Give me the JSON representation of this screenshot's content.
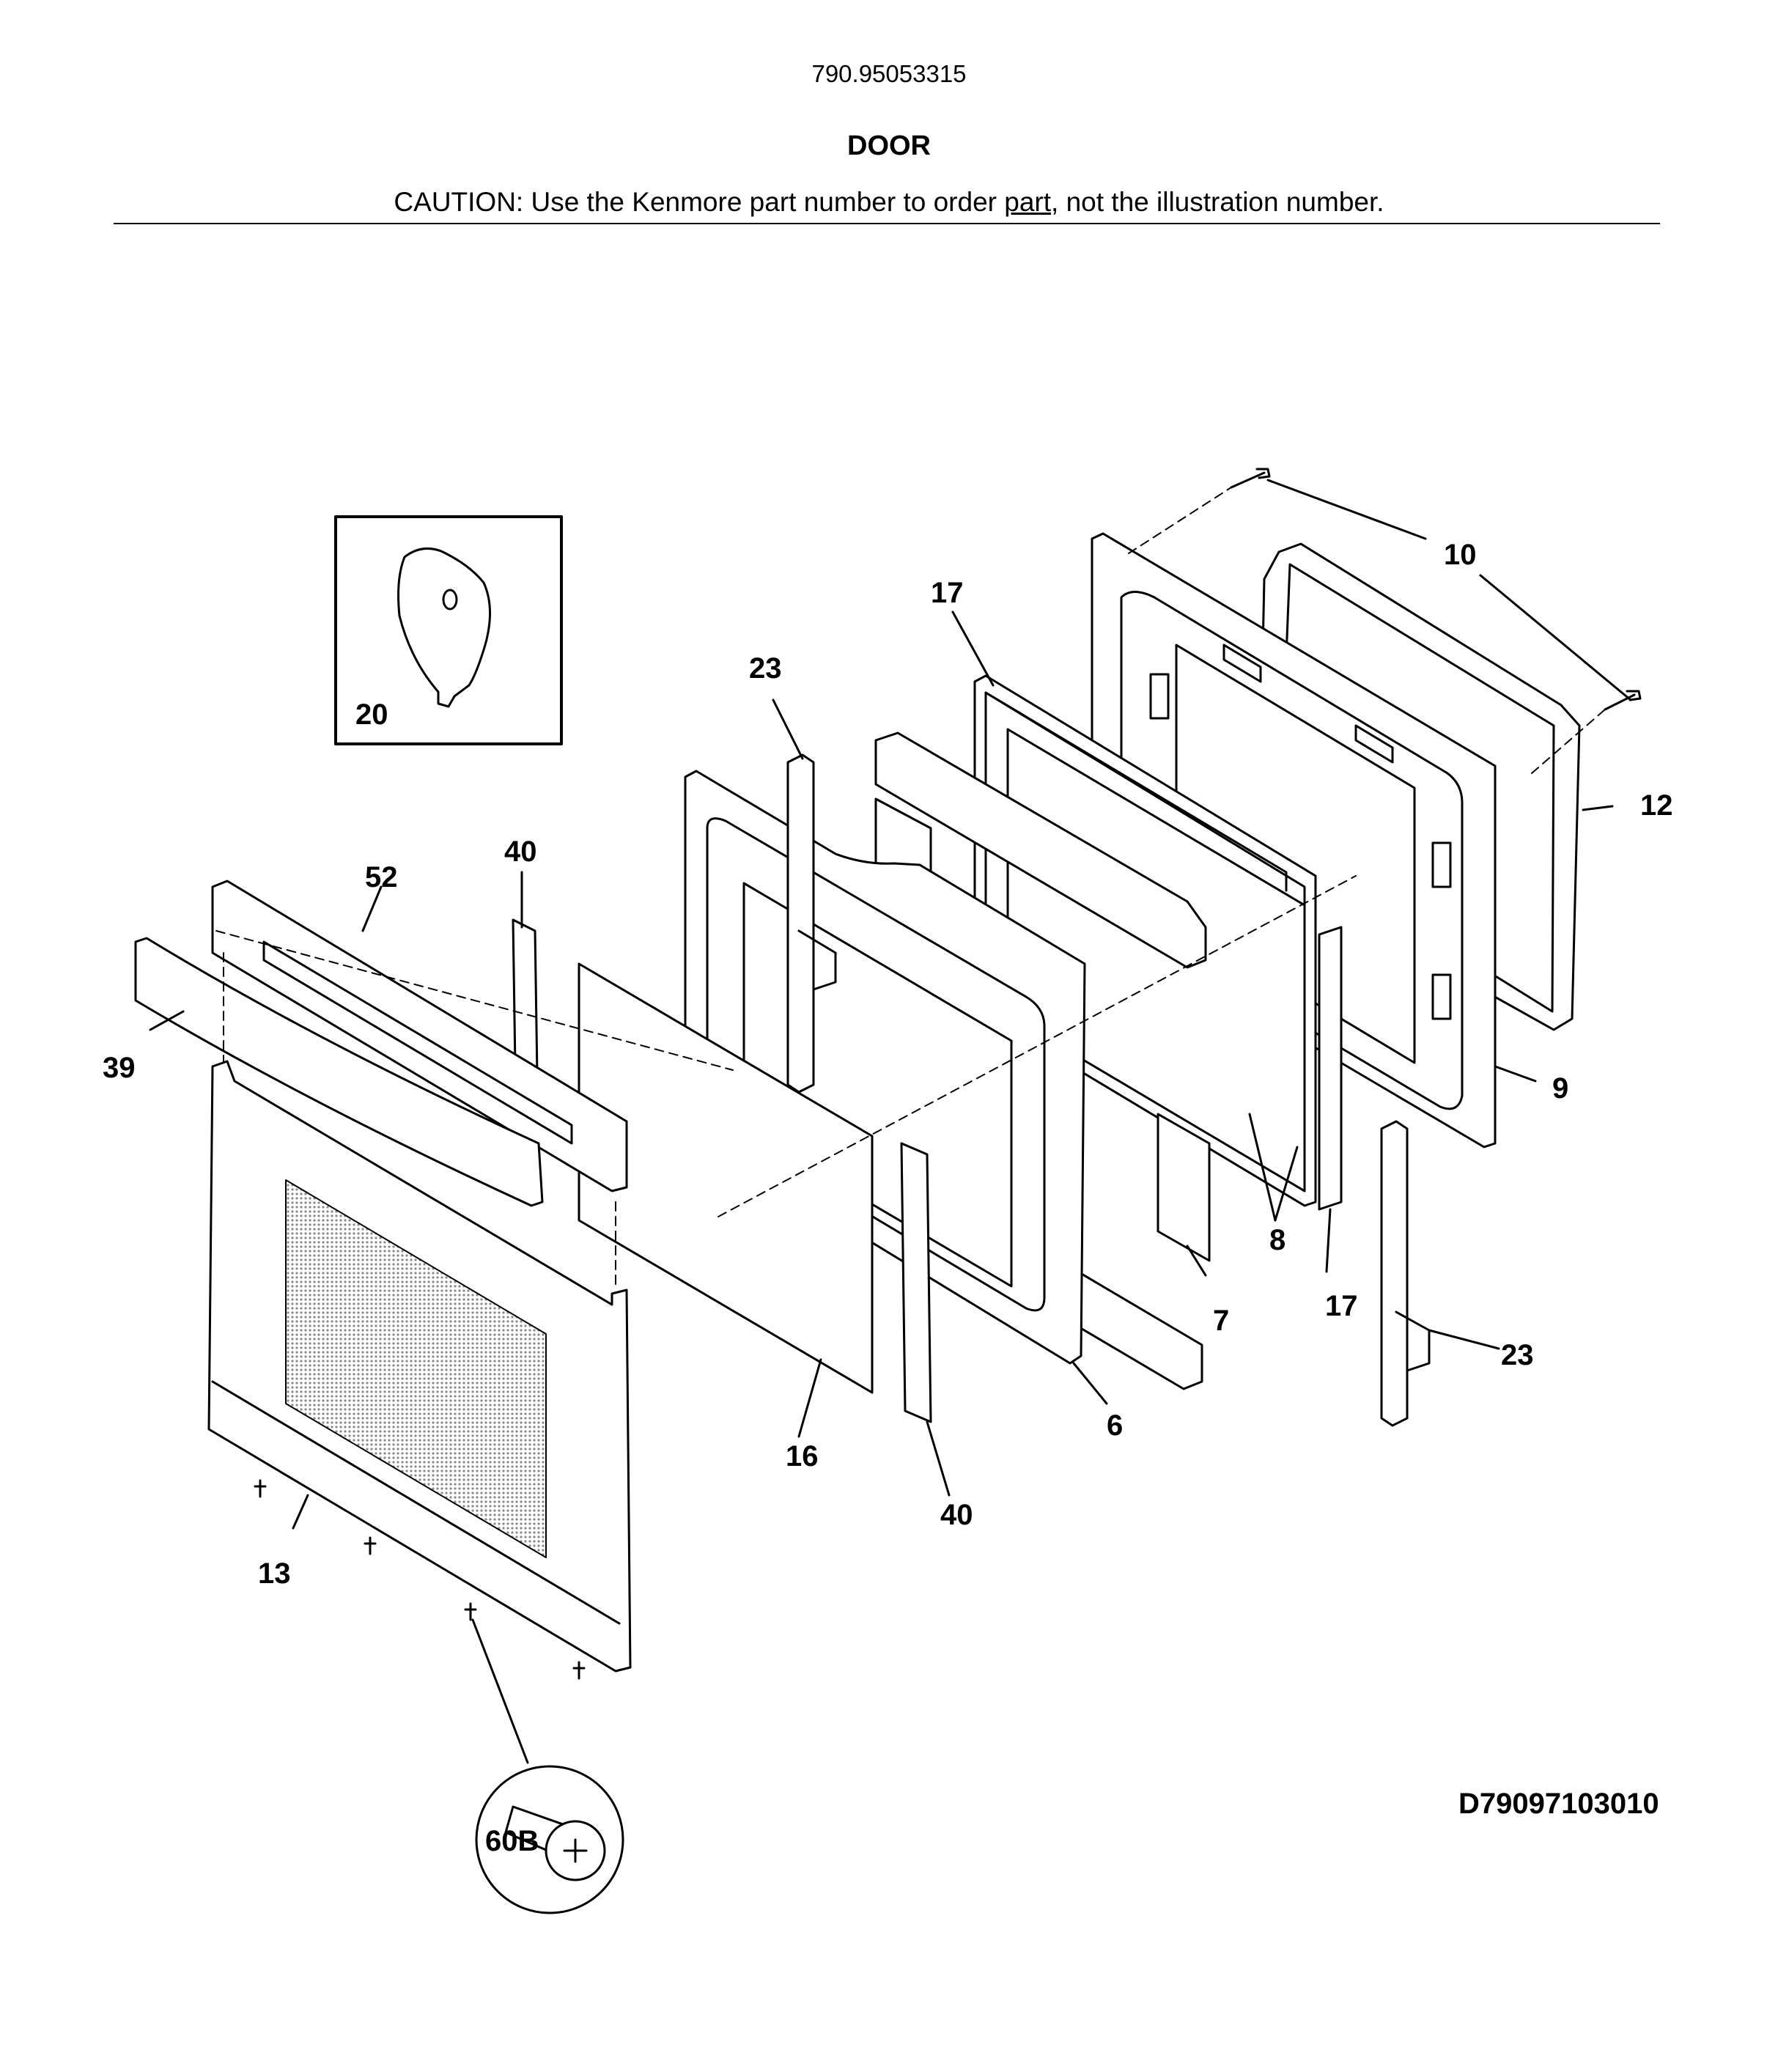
{
  "header": {
    "model_number": "790.95053315",
    "section_title": "DOOR",
    "caution_pre": "CAUTION: Use the Kenmore part number to order ",
    "caution_link": "part",
    "caution_post": ", not the illustration number."
  },
  "callouts": {
    "c10": "10",
    "c17_top": "17",
    "c23_top": "23",
    "c20": "20",
    "c12": "12",
    "c40_top": "40",
    "c52": "52",
    "c39": "39",
    "c9": "9",
    "c8": "8",
    "c17_bottom": "17",
    "c7": "7",
    "c23_bottom": "23",
    "c6": "6",
    "c16": "16",
    "c40_bottom": "40",
    "c13": "13",
    "c60b": "60B"
  },
  "footer": {
    "document_number": "D79097103010"
  }
}
